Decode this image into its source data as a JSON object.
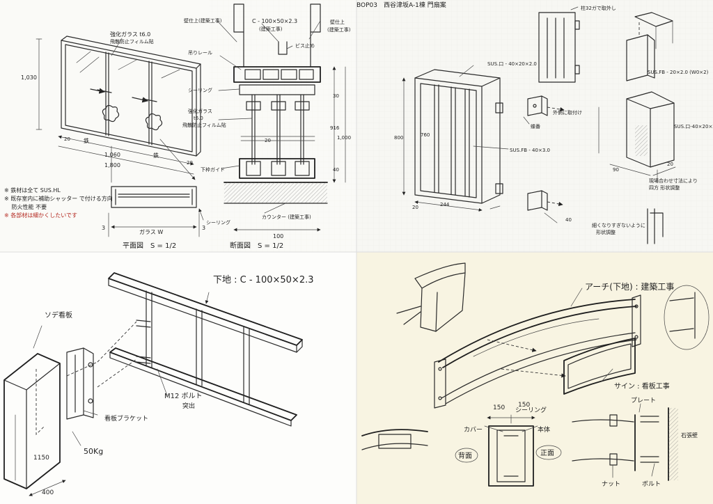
{
  "sheet_title": "BOP03　西谷津坂A-1棟 門扇案",
  "panel_tl": {
    "elevation": {
      "glass_label": "強化ガラス t6.0",
      "glass_sub": "飛散防止フィルム貼",
      "dim_height": "1,030",
      "dim_w1": "1,060",
      "dim_w2": "1,800",
      "dim_20a": "20",
      "dim_20b": "20",
      "iron_left": "鉄",
      "iron_right": "鉄"
    },
    "notes": [
      "※ 鉄材は全て SUS.HL",
      "※ 既存室内に補助シャッター で付ける方向",
      "　 防火性能 不要",
      "※ 各部材は細かくしたいです"
    ],
    "plan": {
      "label_glass": "ガラス W",
      "dim_3a": "3",
      "dim_3b": "3",
      "sealing": "シーリング"
    },
    "plan_caption": "平面図　S = 1/2",
    "section": {
      "label_wall_l": "壁仕上(建築工事)",
      "label_channel": "C - 100×50×2.3",
      "label_channel_sub": "(建築工事)",
      "label_wall_r": "壁仕上",
      "label_wall_r_sub": "(建築工事)",
      "label_screw": "ビス止め",
      "label_rail": "吊りレール",
      "label_sealing": "シーリング",
      "label_glass": "強化ガラス",
      "label_glass_t": "t6.0",
      "label_glass_f": "飛散防止フィルム貼",
      "label_guide": "下枠ガイド",
      "label_ceil": "カウンター (建築工事)",
      "dim_100": "100",
      "dim_30": "30",
      "dim_1000": "1,000",
      "dim_20": "20",
      "dim_40": "40",
      "dim_916": "916"
    },
    "section_caption": "断面図　S = 1/2"
  },
  "panel_tr": {
    "label_sus_top": "SUS.口 - 40×20×2.0",
    "label_fin": "SUS.FB - 40×3.0",
    "label_hinge": "蝶番",
    "label_hinge_note": "外側に取付け",
    "label_remove": "柱32ガで取外し",
    "label_fb": "SUS.FB - 20×2.0 (W0×2)",
    "label_box": "SUS.口-40×20×2.0",
    "label_adjust": "現場合わせ寸法により",
    "label_adjust_sub": "四方 形状調整",
    "label_small": "細くなりすぎないように",
    "label_small_sub": "形状調整",
    "dim_800": "800",
    "dim_760": "760",
    "dim_20": "20",
    "dim_40": "40",
    "dim_244": "244",
    "dim_90": "90",
    "dim_20b": "20"
  },
  "panel_bl": {
    "label_substrate": "下地 : C - 100×50×2.3",
    "label_sign": "ソデ看板",
    "label_bracket": "看板ブラケット",
    "label_bolt": "M12 ボルト",
    "label_bolt_sub": "突出",
    "label_weight": "50Kg",
    "dim_1150": "1150",
    "dim_400": "400"
  },
  "panel_br": {
    "label_arch": "アーチ(下地) : 建築工事",
    "label_sign": "サイン : 看板工事",
    "label_sealing": "シーリング",
    "label_cover": "カバー",
    "label_body": "本体",
    "label_back": "背面",
    "label_front": "正面",
    "label_nut": "ナット",
    "label_bolt": "ボルト",
    "label_plate": "プレート",
    "label_wall": "石張壁",
    "dim_150a": "150",
    "dim_150b": "150"
  }
}
